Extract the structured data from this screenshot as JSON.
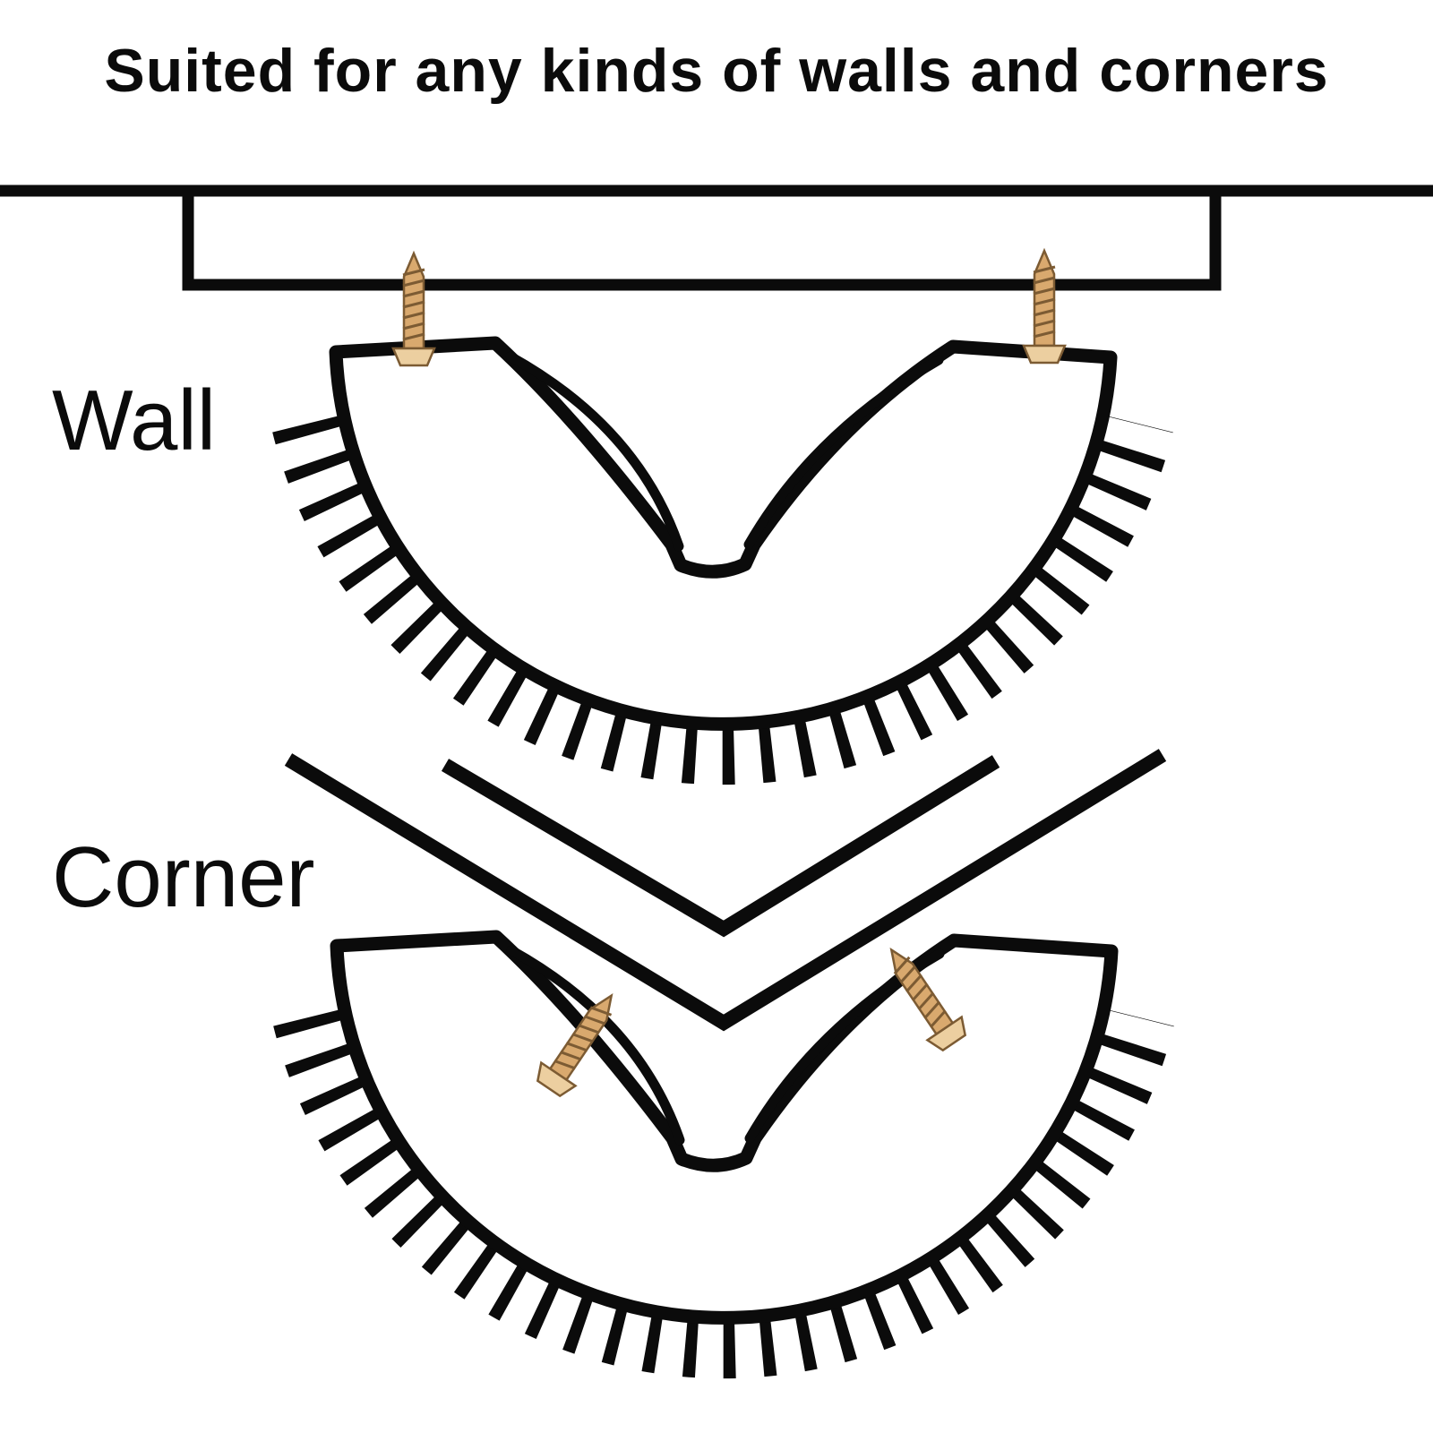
{
  "title": "Suited for any kinds of walls and corners",
  "sections": {
    "wall": {
      "label": "Wall"
    },
    "corner": {
      "label": "Corner"
    }
  },
  "icons": {
    "screw": "screw-icon",
    "brush": "semicircular-bristle-brush-icon"
  },
  "colors": {
    "ink": "#0b0b0b",
    "background": "#ffffff",
    "screw_shaft": "#d9a96e",
    "screw_head": "#eccfa0",
    "screw_outline": "#7c5b33"
  }
}
